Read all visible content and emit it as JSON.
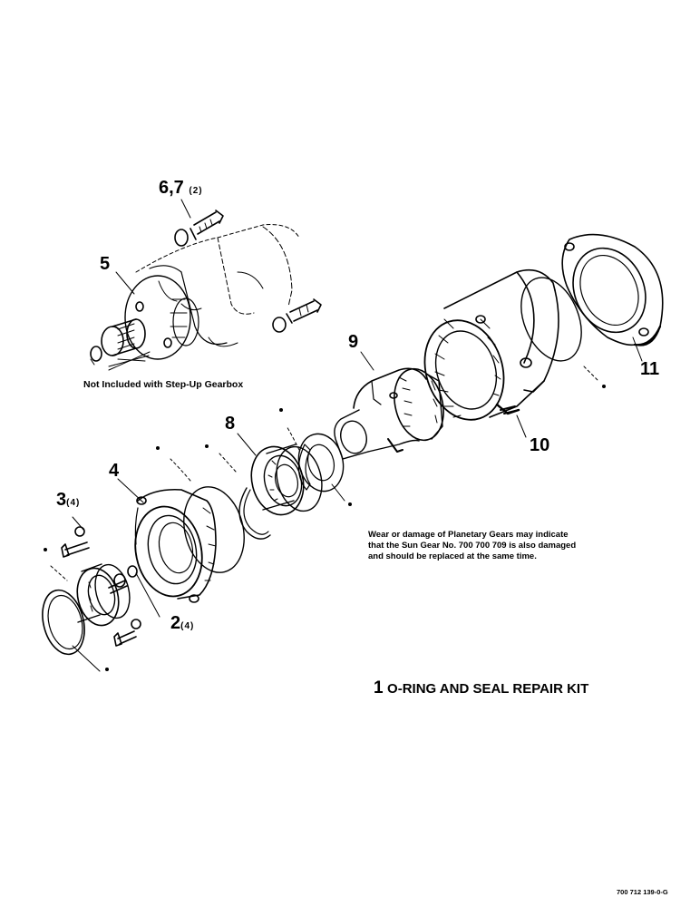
{
  "diagram": {
    "callouts": {
      "p67": "6,7",
      "p67_qty": "(2)",
      "p5": "5",
      "p9": "9",
      "p11": "11",
      "p8": "8",
      "p4": "4",
      "p10": "10",
      "p3": "3",
      "p3_qty": "(4)",
      "p2": "2",
      "p2_qty": "(4)"
    },
    "note_stepup": "Not Included with Step-Up Gearbox",
    "note_wear": [
      "Wear or damage of Planetary Gears may indicate",
      "that the Sun Gear No. 700 700 709 is also damaged",
      "and should be replaced at the same time."
    ],
    "kit_number": "1",
    "kit_label": "O-RING AND SEAL REPAIR KIT",
    "drawing_code": "700 712 139-0-G",
    "kit_marker": "•"
  }
}
